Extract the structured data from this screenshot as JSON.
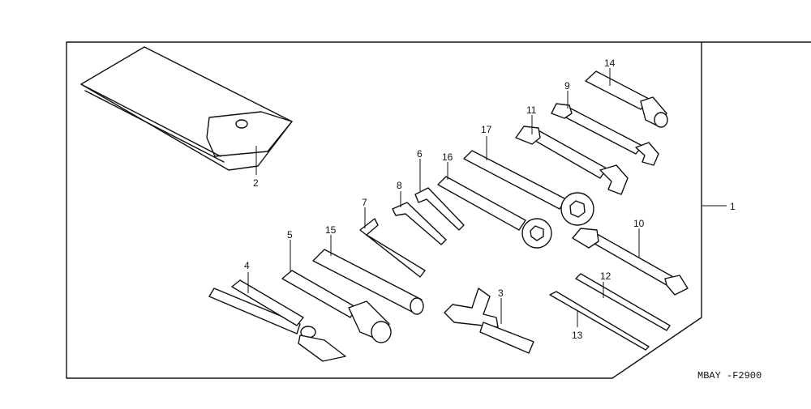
{
  "diagram": {
    "code": "MBAY -F2900",
    "callouts": {
      "c1": "1",
      "c2": "2",
      "c3": "3",
      "c4": "4",
      "c5": "5",
      "c6": "6",
      "c7": "7",
      "c8": "8",
      "c9": "9",
      "c10": "10",
      "c11": "11",
      "c12": "12",
      "c13": "13",
      "c14": "14",
      "c15": "15",
      "c16": "16",
      "c17": "17"
    }
  }
}
